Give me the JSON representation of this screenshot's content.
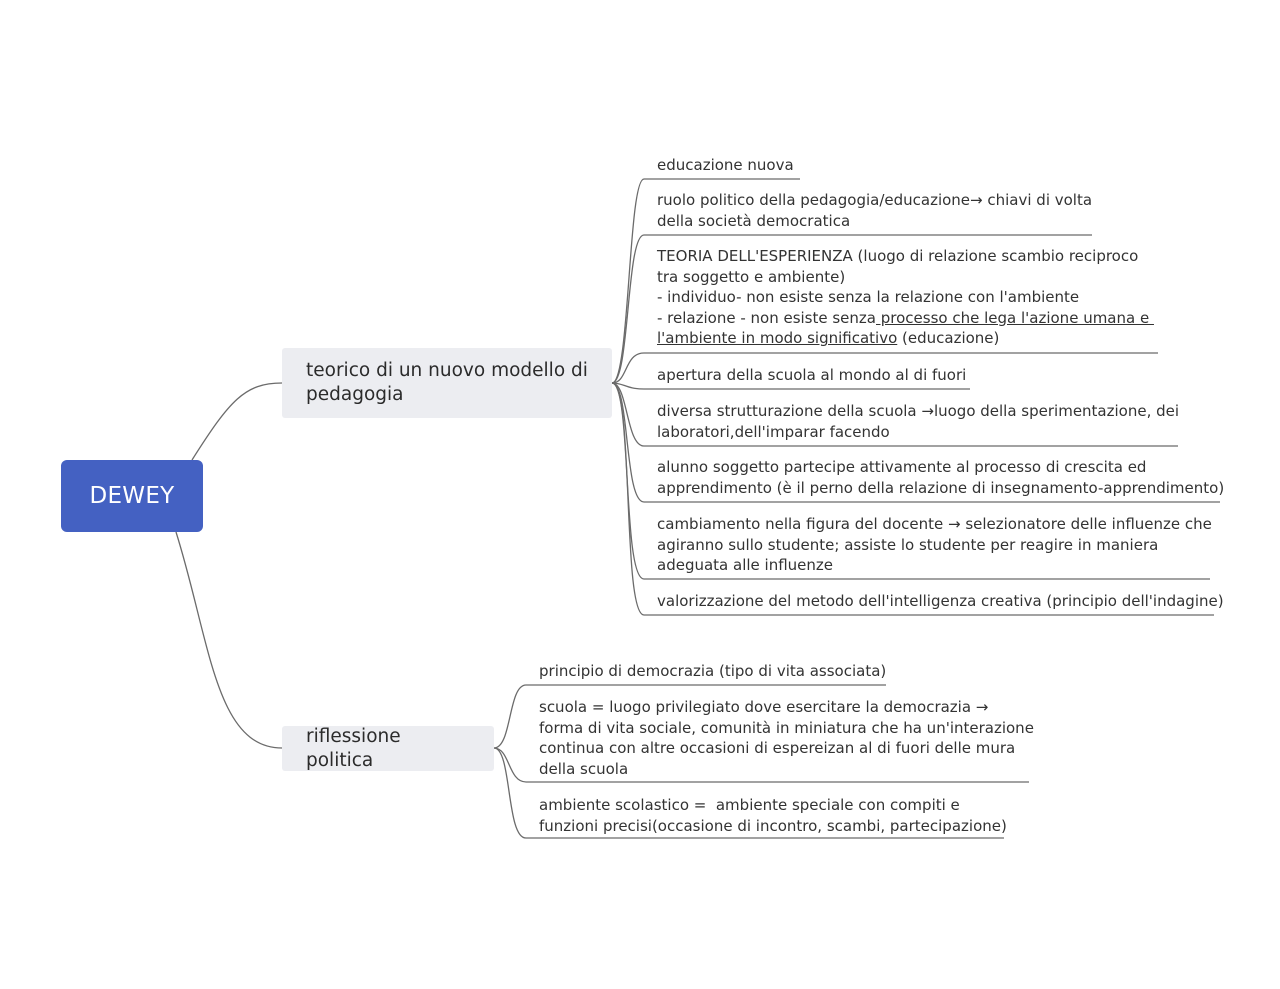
{
  "root": {
    "label": "DEWEY",
    "color": "#4461c2"
  },
  "branches": [
    {
      "label_lines": [
        "teorico di un nuovo modello di",
        "pedagogia"
      ],
      "leaves": [
        {
          "lines": [
            "educazione nuova"
          ]
        },
        {
          "lines": [
            "ruolo politico della pedagogia/educazione→ chiavi di volta",
            "della società democratica"
          ]
        },
        {
          "lines": [
            "TEORIA DELL'ESPERIENZA (luogo di relazione scambio reciproco",
            "tra soggetto e ambiente)",
            "- individuo- non esiste senza la relazione con l'ambiente",
            "- relazione - non esiste senza",
            "l'ambiente in modo significativo",
            " (educazione)"
          ],
          "underlined": [
            " processo che lega l'azione umana e "
          ]
        },
        {
          "lines": [
            "apertura della scuola al mondo al di fuori"
          ]
        },
        {
          "lines": [
            "diversa strutturazione della scuola →luogo della sperimentazione, dei",
            "laboratori,dell'imparar facendo"
          ]
        },
        {
          "lines": [
            "alunno soggetto partecipe attivamente al processo di crescita ed",
            "apprendimento (è il perno della relazione di insegnamento-apprendimento)"
          ]
        },
        {
          "lines": [
            "cambiamento nella figura del docente → selezionatore delle influenze che",
            "agiranno sullo studente; assiste lo studente per reagire in maniera",
            "adeguata alle influenze"
          ]
        },
        {
          "lines": [
            "valorizzazione del metodo dell'intelligenza creativa (principio dell'indagine)"
          ]
        }
      ]
    },
    {
      "label_lines": [
        "riflessione politica"
      ],
      "leaves": [
        {
          "lines": [
            "principio di democrazia (tipo di vita associata)"
          ]
        },
        {
          "lines": [
            "scuola = luogo privilegiato dove esercitare la democrazia →",
            "forma di vita sociale, comunità in miniatura che ha un'interazione",
            "continua con altre occasioni di espereizan al di fuori delle mura",
            "della scuola"
          ]
        },
        {
          "lines": [
            "ambiente scolastico =  ambiente speciale con compiti e",
            "funzioni precisi(occasione di incontro, scambi, partecipazione)"
          ]
        }
      ]
    }
  ]
}
